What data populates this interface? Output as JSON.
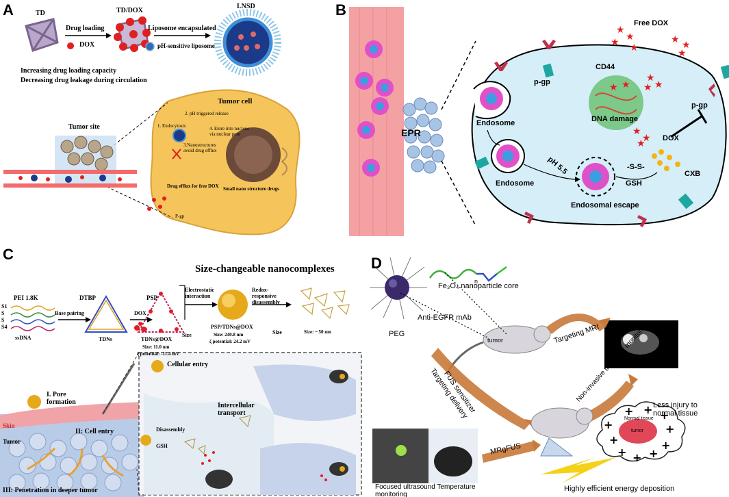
{
  "panels": {
    "a": {
      "label": "A",
      "td": "TD",
      "td_dox": "TD/DOX",
      "lnsd": "LNSD",
      "drug_loading": "Drug loading",
      "dox": "DOX",
      "liposome_encapsulated": "Liposome encapsulated",
      "ph_liposome": "pH-sensitive liposome",
      "benefit1": "Increasing drug loading capacity",
      "benefit2": "Decreasing drug leakage during circulation",
      "tumor_cell": "Tumor cell",
      "tumor_site": "Tumor site",
      "step1": "1. Endocytosis",
      "step2": "2. pH triggered release",
      "step3": "3.Nanostructures avoid drug efflux",
      "step4": "4. Entre into nucleus via nuclear pore",
      "small_nano": "Small nano structure drugs",
      "drug_efflux": "Drug efflux for free DOX",
      "pgp": "P-gp"
    },
    "b": {
      "label": "B",
      "free_dox": "Free DOX",
      "cd44": "CD44",
      "pgp1": "p-gp",
      "pgp2": "p-gp",
      "epr": "EPR",
      "endosome1": "Endosome",
      "endosome2": "Endosome",
      "dna_damage": "DNA damage",
      "dox": "DOX",
      "ph55": "pH 5.5",
      "ss": "-S-S-",
      "gsh": "GSH",
      "cxb": "CXB",
      "endosomal_escape": "Endosomal escape"
    },
    "c": {
      "label": "C",
      "pei": "PEI 1.8K",
      "dtbp": "DTBP",
      "psp": "PSP",
      "title": "Size-changeable nanocomplexes",
      "s1": "S1",
      "s2": "S",
      "s3": "S",
      "s4": "S4",
      "ssdna": "ssDNA",
      "base_pairing": "Base pairing",
      "tdns": "TDNs",
      "dox": "DOX",
      "tdns_dox": "TDNs@DOX",
      "size1": "Size: 11.0 nm",
      "zeta1": "ζ potential: -11.4 mV",
      "electrostatic": "Electrostatic interaction",
      "redox": "Redox-responsive disassembly",
      "psp_tdns": "PSP/TDNs@DOX",
      "size2": "Size: 240.8 nm",
      "zeta2": "ζ potential: 24.2 mV",
      "size_up": "Size",
      "size_down": "Size",
      "size3": "Size: ~ 50 nm",
      "pore": "I. Pore formation",
      "skin": "Skin",
      "tumor": "Tumor",
      "cell_entry": "II: Cell entry",
      "penetration": "III: Penetration in deeper tumor",
      "cellular_entry": "Cellular entry",
      "disassembly": "Disassembly",
      "gsh": "GSH",
      "intercellular": "Intercellular transport"
    },
    "d": {
      "label": "D",
      "core": "Fe₃O₄ nanoparticle core",
      "antibody": "Anti-EGFR mAb",
      "peg": "PEG",
      "tumor": "tumor",
      "targeting_mri": "Targeting MRI",
      "fus_sensitizer": "FUS sensitizer",
      "targeting_delivery": "Targeting delivery",
      "non_invasive": "Non-invasive treatment monitoring",
      "less_injury": "Less injury to normal tissue",
      "normal_tissue": "Normal tissue",
      "tumor2": "tumor",
      "mrgfus": "MRgFUS",
      "focused": "Focused ultrasound Temperature monitoring",
      "efficient": "Highly efficient energy deposition",
      "n_sub": "n"
    }
  },
  "colors": {
    "vessel": "#f4a1a4",
    "cell_b": "#d5eef8",
    "cell_a": "#f5c45a",
    "dox_red": "#e02020",
    "arrow_orange": "#d07a2a",
    "tumor_blue": "#a8c4e4"
  }
}
